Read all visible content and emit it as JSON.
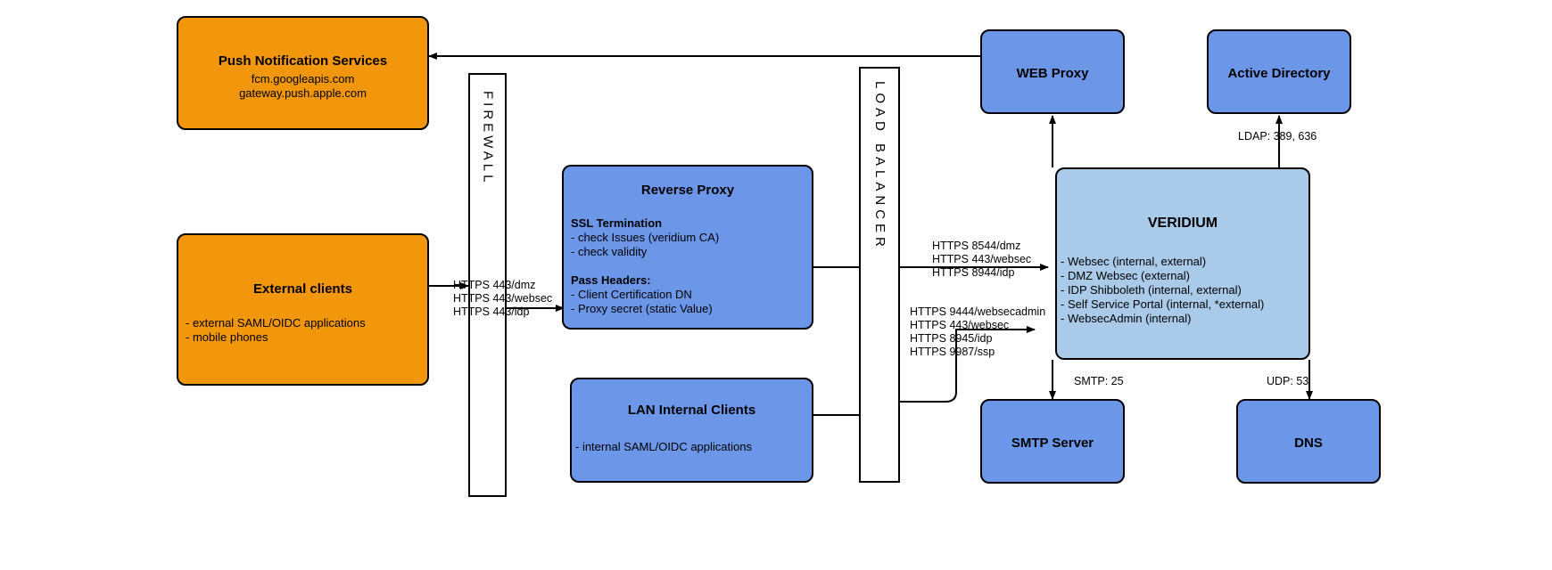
{
  "diagram": {
    "nodes": {
      "push": {
        "title": "Push Notification Services",
        "line1": "fcm.googleapis.com",
        "line2": "gateway.push.apple.com"
      },
      "external_clients": {
        "title": "External clients",
        "line1": "- external SAML/OIDC applications",
        "line2": "- mobile phones"
      },
      "firewall": {
        "label": "FIREWALL"
      },
      "load_balancer": {
        "label": "LOAD BALANCER"
      },
      "reverse_proxy": {
        "title": "Reverse Proxy",
        "heading1": "SSL Termination",
        "item1": "- check Issues (veridium CA)",
        "item2": "- check validity",
        "heading2": "Pass Headers:",
        "item3": "- Client Certification DN",
        "item4": "- Proxy secret (static Value)"
      },
      "lan_internal_clients": {
        "title": "LAN Internal Clients",
        "line1": "- internal SAML/OIDC applications"
      },
      "web_proxy": {
        "title": "WEB Proxy"
      },
      "active_directory": {
        "title": "Active Directory"
      },
      "veridium": {
        "title": "VERIDIUM",
        "item1": "- Websec (internal, external)",
        "item2": "- DMZ Websec (external)",
        "item3": "- IDP Shibboleth (internal, external)",
        "item4": "- Self Service Portal (internal, *external)",
        "item5": "- WebsecAdmin (internal)"
      },
      "smtp_server": {
        "title": "SMTP Server"
      },
      "dns": {
        "title": "DNS"
      }
    },
    "edge_labels": {
      "clients_to_firewall": "HTTPS 443/dmz\nHTTPS 443/websec\nHTTPS 443/idp",
      "lb_to_veridium": "HTTPS 8544/dmz\nHTTPS 443/websec\nHTTPS 8944/idp",
      "internal_to_veridium": "HTTPS 9444/websecadmin\nHTTPS 443/websec\nHTTPS 8945/idp\nHTTPS 9987/ssp",
      "ad_ldap": "LDAP: 389, 636",
      "smtp": "SMTP: 25",
      "udp_dns": "UDP: 53"
    },
    "colors": {
      "orange": "#f2970c",
      "blue": "#6c96e8",
      "light_blue": "#a9cae8",
      "stroke": "#000000",
      "background": "#ffffff"
    }
  }
}
